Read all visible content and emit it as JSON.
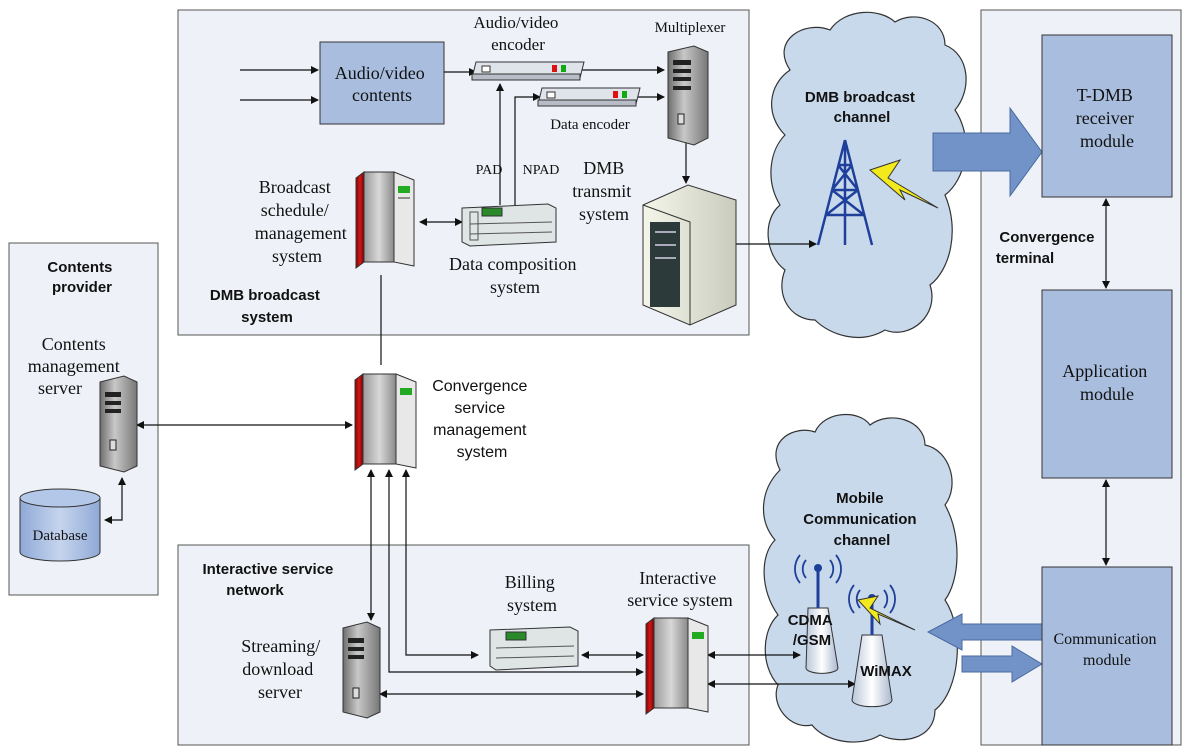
{
  "groups": {
    "dmb_broadcast_system": [
      "DMB broadcast",
      "system"
    ],
    "contents_provider": [
      "Contents",
      "provider"
    ],
    "interactive_service_network": [
      "Interactive service",
      "network"
    ],
    "convergence_terminal": [
      "Convergence",
      "terminal"
    ]
  },
  "clouds": {
    "dmb_channel": [
      "DMB broadcast",
      "channel"
    ],
    "mobile_channel": [
      "Mobile",
      "Communication",
      "channel"
    ]
  },
  "nodes": {
    "av_contents": [
      "Audio/video",
      "contents"
    ],
    "av_encoder": [
      "Audio/video",
      "encoder"
    ],
    "multiplexer": "Multiplexer",
    "data_encoder": "Data encoder",
    "pad": "PAD",
    "npad": "NPAD",
    "dmb_transmit": [
      "DMB",
      "transmit",
      "system"
    ],
    "broadcast_schedule": [
      "Broadcast",
      "schedule/",
      "management",
      "system"
    ],
    "data_composition": [
      "Data composition",
      "system"
    ],
    "contents_mgmt_server": [
      "Contents",
      "management",
      "server"
    ],
    "database": "Database",
    "convergence_service": [
      "Convergence",
      "service",
      "management",
      "system"
    ],
    "billing": [
      "Billing",
      "system"
    ],
    "interactive_service": [
      "Interactive",
      "service system"
    ],
    "streaming": [
      "Streaming/",
      "download",
      "server"
    ],
    "cdma": [
      "CDMA",
      "/GSM"
    ],
    "wimax": "WiMAX",
    "tdmb_receiver": [
      "T-DMB",
      "receiver",
      "module"
    ],
    "application": [
      "Application",
      "module"
    ],
    "communication": [
      "Communication",
      "module"
    ]
  },
  "colors": {
    "panel": "#eef2f8",
    "module": "#a9bedf",
    "cloud": "#c9d9ec",
    "arrow": "#7293c8",
    "bolt": "#f2ea1c",
    "antenna": "#1e3f9a"
  }
}
